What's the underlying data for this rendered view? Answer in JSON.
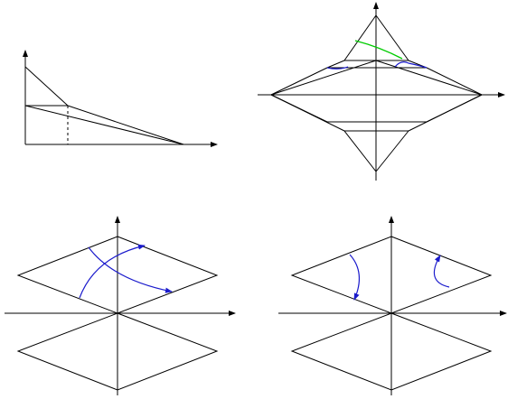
{
  "figure": {
    "panels": [
      {
        "name": "top-left",
        "description_shown": false
      },
      {
        "name": "top-right",
        "description_shown": false
      },
      {
        "name": "bottom-left",
        "description_shown": false
      },
      {
        "name": "bottom-right",
        "description_shown": false
      }
    ],
    "colors": {
      "lines": "#000000",
      "curves": "#1a1acc",
      "highlight": "#00cc00",
      "background": "#ffffff"
    }
  }
}
